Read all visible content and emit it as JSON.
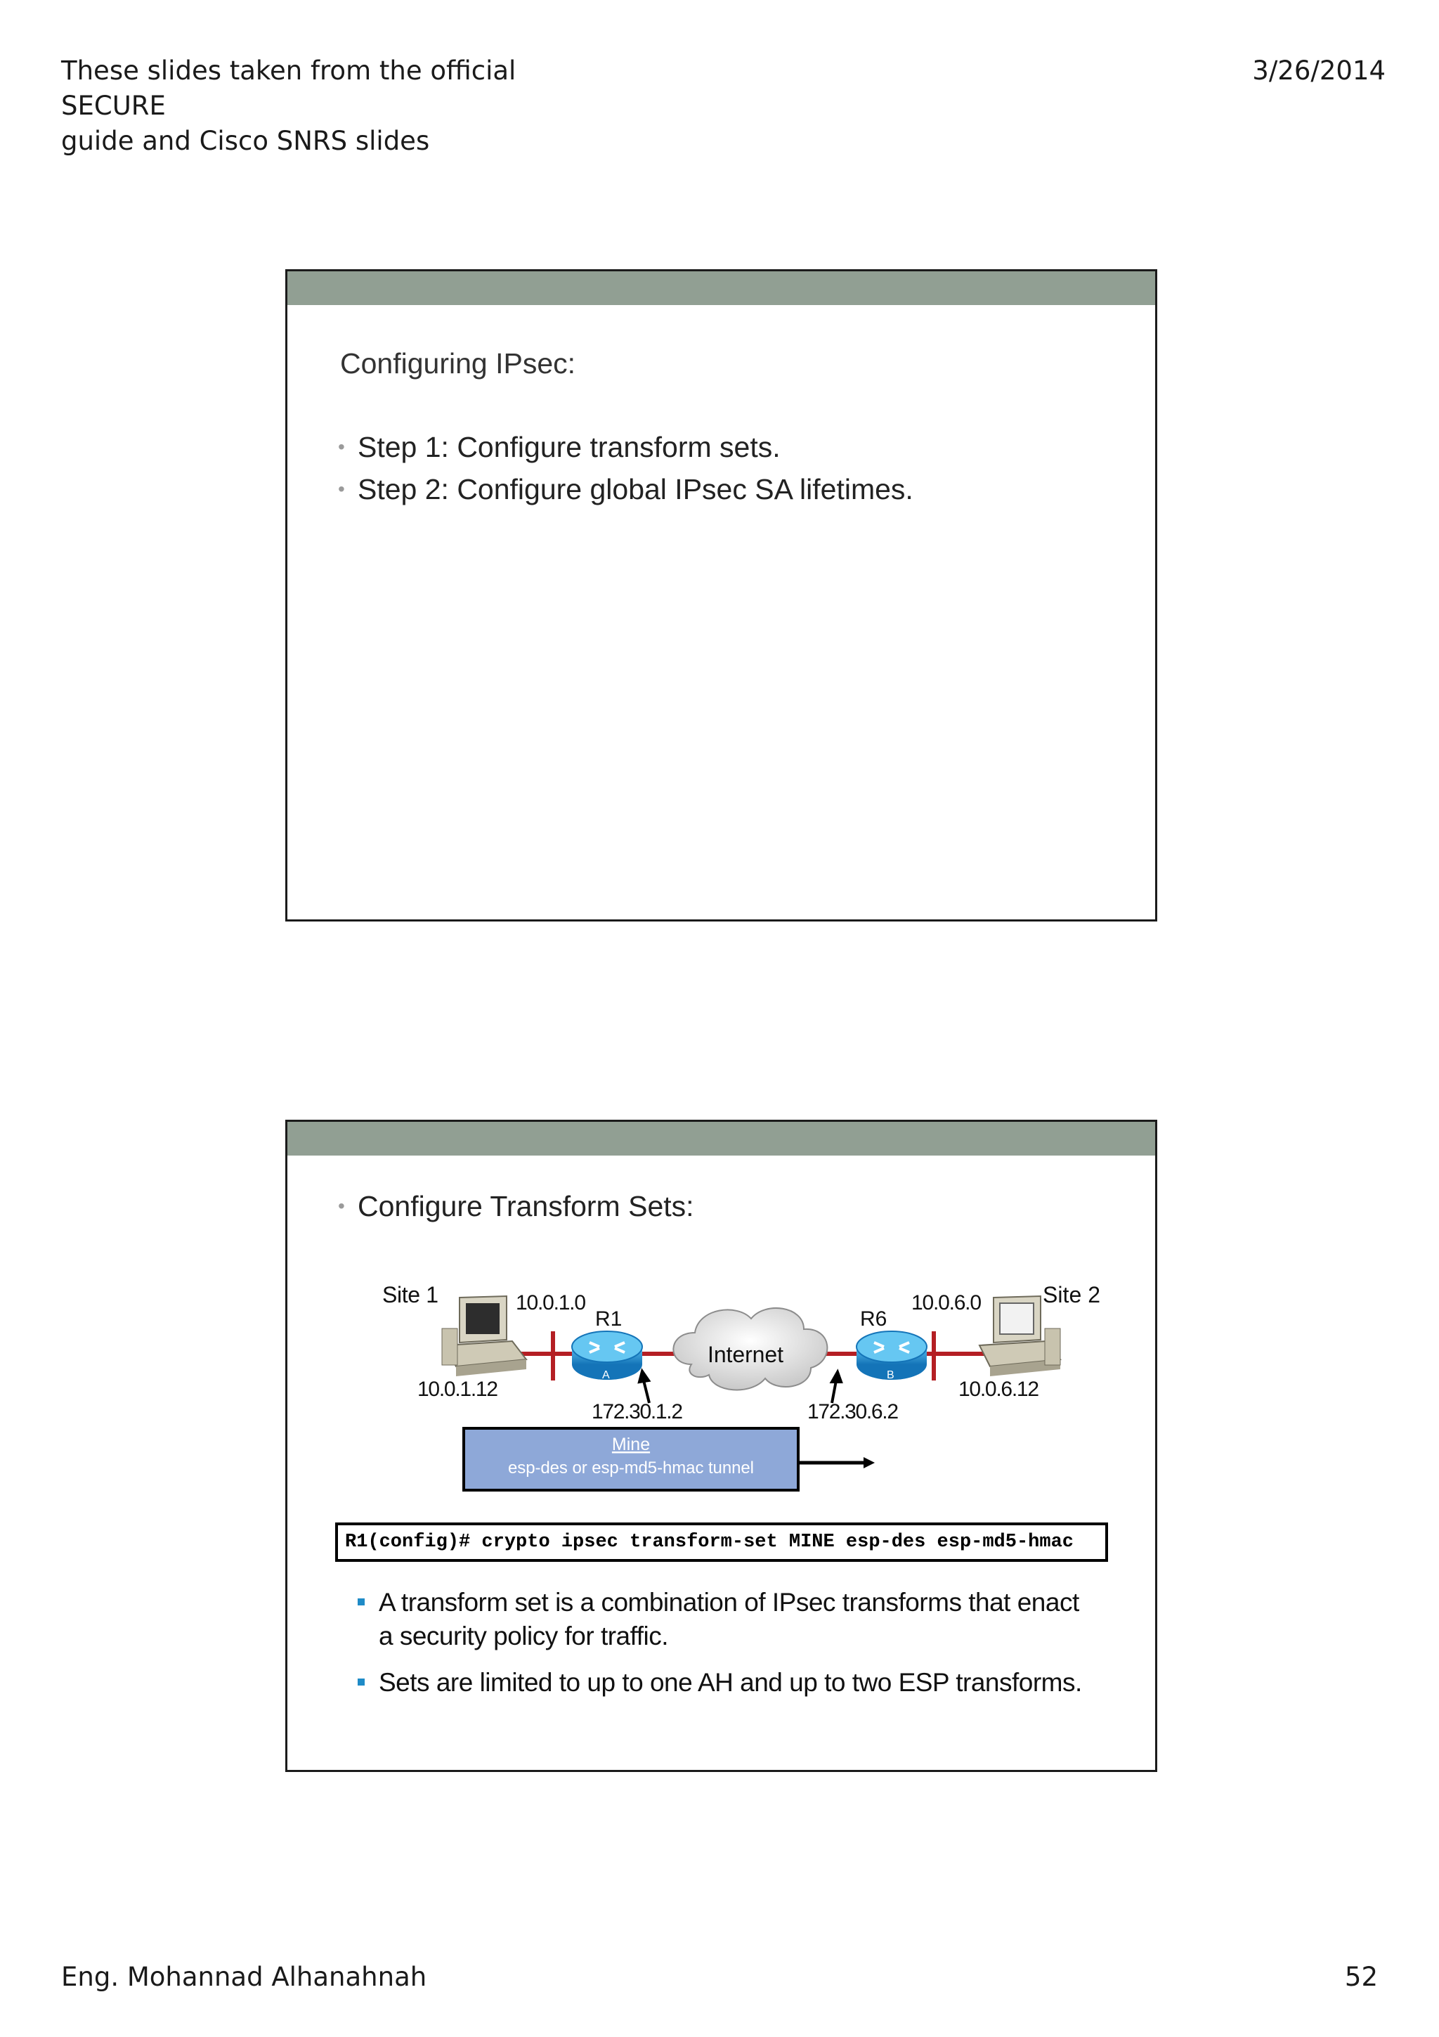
{
  "header": {
    "left_line1": "These slides taken from the official SECURE",
    "left_line2": "guide and Cisco SNRS slides",
    "date": "3/26/2014"
  },
  "footer": {
    "author": "Eng. Mohannad Alhanahnah",
    "page_number": "52"
  },
  "slide1": {
    "title": "Configuring IPsec:",
    "bullets": [
      "Step 1: Configure transform sets.",
      "Step 2: Configure global IPsec SA lifetimes."
    ]
  },
  "slide2": {
    "heading": "Configure Transform Sets:",
    "diagram": {
      "site1": "Site 1",
      "site2": "Site 2",
      "net1": "10.0.1.0",
      "net6": "10.0.6.0",
      "r1": "R1",
      "r6": "R6",
      "r1_badge": "A",
      "r6_badge": "B",
      "host1": "10.0.1.12",
      "host6": "10.0.6.12",
      "ip_r1": "172.30.1.2",
      "ip_r6": "172.30.6.2",
      "cloud": "Internet",
      "tunnel_name": "Mine",
      "tunnel_desc": "esp-des or esp-md5-hmac tunnel"
    },
    "command": "R1(config)# crypto ipsec transform-set MINE esp-des esp-md5-hmac",
    "notes": [
      "A transform set is a combination of IPsec transforms that enact a security policy for traffic.",
      "Sets are limited to up to one AH and up to two ESP transforms."
    ]
  },
  "colors": {
    "slide_bar": "#919f93",
    "router": "#2a9ad8",
    "link": "#b41f24",
    "tunnel_box": "#8ea8d8",
    "bullet_square": "#1f8bc7"
  }
}
